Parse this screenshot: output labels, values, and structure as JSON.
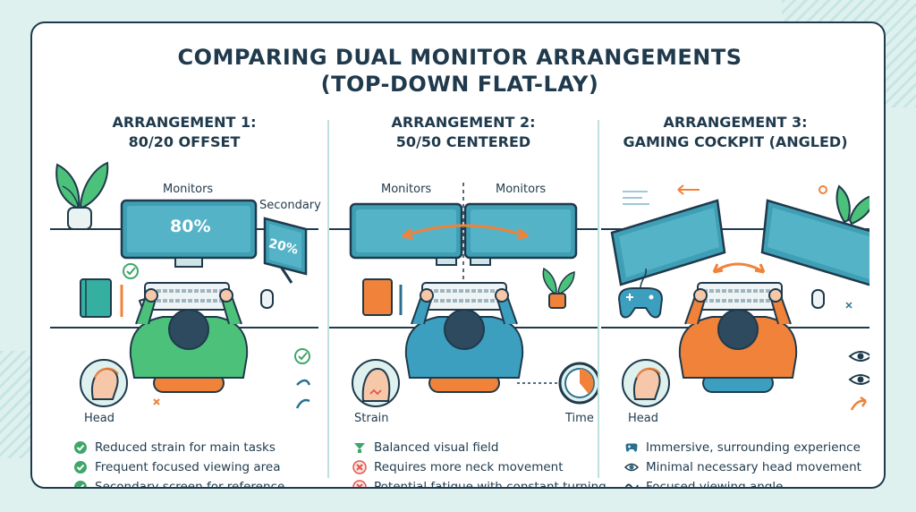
{
  "title": {
    "line1": "COMPARING DUAL MONITOR ARRANGEMENTS",
    "line2": "(TOP-DOWN FLAT-LAY)"
  },
  "colors": {
    "ink": "#1f3a4c",
    "teal": "#2a8fa1",
    "screen": "#3f9fb5",
    "green": "#4cc17a",
    "blue": "#3d9fc0",
    "orange": "#f0823a",
    "check": "#3fa66a",
    "cross": "#e0574f"
  },
  "panels": [
    {
      "title_line1": "ARRANGEMENT 1:",
      "title_line2": "80/20 OFFSET",
      "label_monitors": "Monitors",
      "label_secondary": "Secondary",
      "main_screen_text": "80%",
      "secondary_screen_text": "20%",
      "label_head": "Head",
      "bullets": [
        {
          "icon": "check-icon",
          "text": "Reduced strain for main tasks"
        },
        {
          "icon": "check-icon",
          "text": "Frequent focused viewing area"
        },
        {
          "icon": "check-icon",
          "text": "Secondary screen for reference"
        }
      ]
    },
    {
      "title_line1": "ARRANGEMENT 2:",
      "title_line2": "50/50 CENTERED",
      "label_monitors_left": "Monitors",
      "label_monitors_right": "Monitors",
      "label_strain": "Strain",
      "label_time": "Time",
      "bullets": [
        {
          "icon": "balance-icon",
          "text": "Balanced visual field"
        },
        {
          "icon": "cross-icon",
          "text": "Requires more neck movement"
        },
        {
          "icon": "cross-icon",
          "text": "Potential fatigue with constant turning"
        }
      ]
    },
    {
      "title_line1": "ARRANGEMENT 3:",
      "title_line2": "GAMING COCKPIT (ANGLED)",
      "label_head": "Head",
      "bullets": [
        {
          "icon": "gamepad-icon",
          "text": "Immersive, surrounding experience"
        },
        {
          "icon": "eye-icon",
          "text": "Minimal necessary head movement"
        },
        {
          "icon": "wave-icon",
          "text": "Focused viewing angle"
        }
      ]
    }
  ]
}
